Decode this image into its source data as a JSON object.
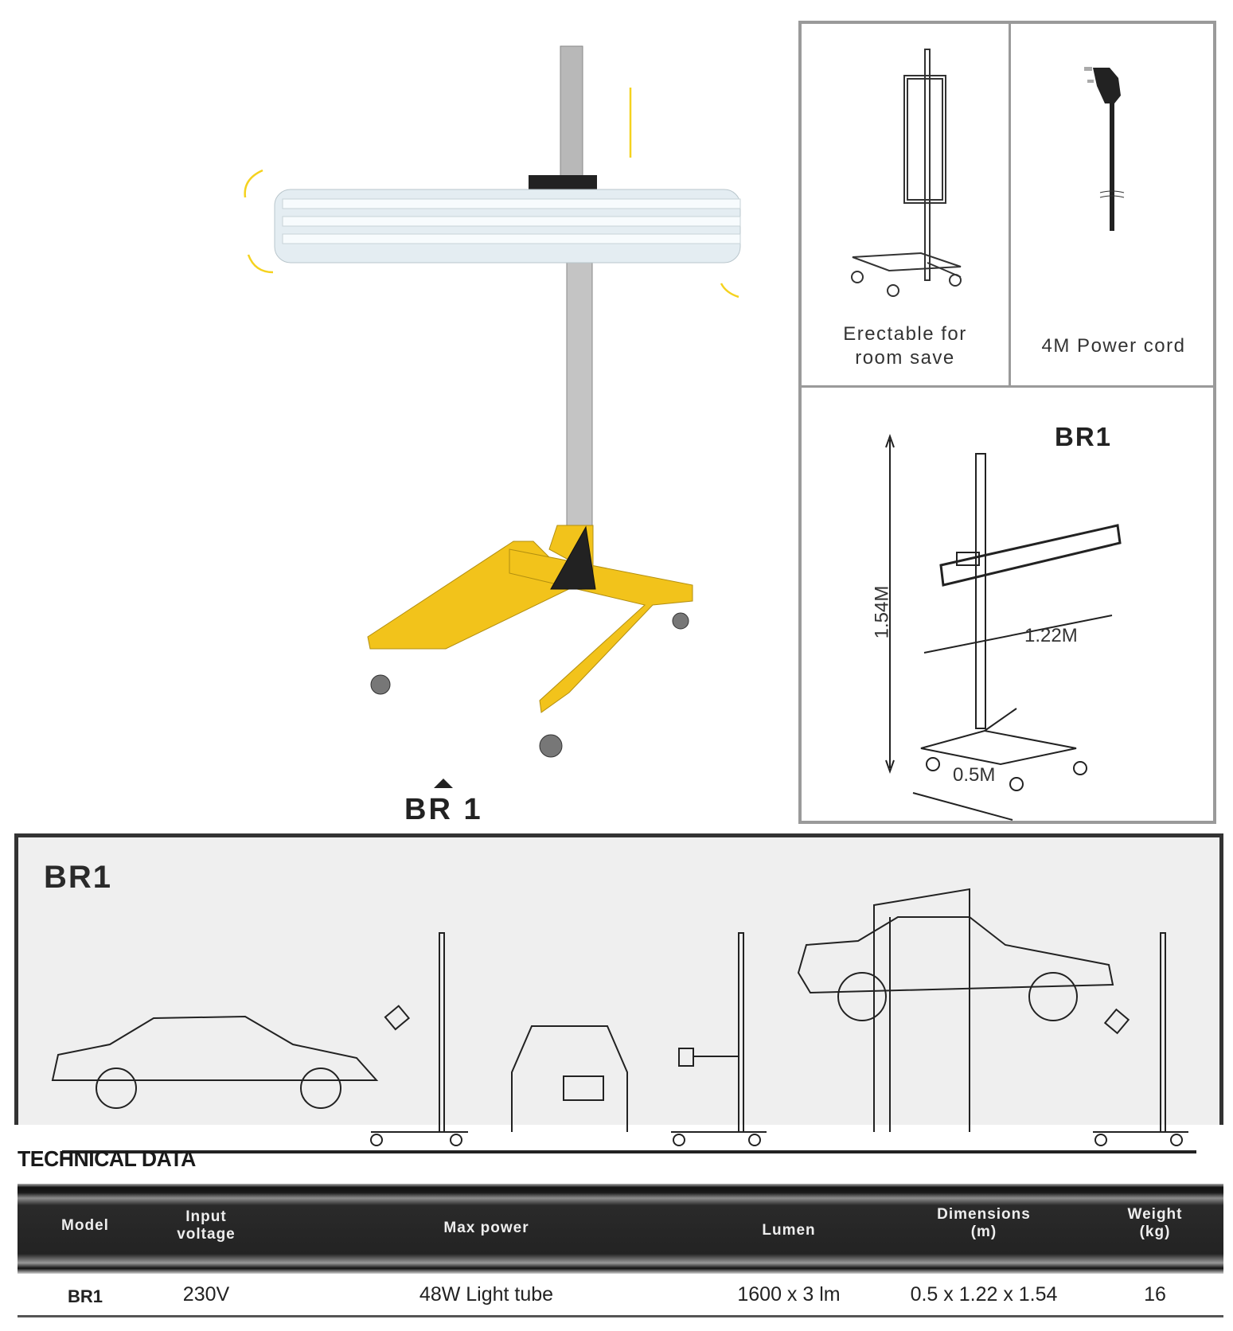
{
  "product": {
    "label": "BR 1"
  },
  "features": [
    {
      "caption_line1": "Erectable for",
      "caption_line2": "room save"
    },
    {
      "caption": "4M Power cord"
    }
  ],
  "dimensions": {
    "title": "BR1",
    "height": "1.54M",
    "length": "1.22M",
    "width": "0.5M"
  },
  "usage": {
    "title": "BR1"
  },
  "technical_data": {
    "title": "TECHNICAL DATA",
    "headers": [
      {
        "line1": "Model",
        "line2": ""
      },
      {
        "line1": "Input",
        "line2": "voltage"
      },
      {
        "line1": "Max power",
        "line2": ""
      },
      {
        "line1": "Lumen",
        "line2": ""
      },
      {
        "line1": "Dimensions",
        "line2": "(m)"
      },
      {
        "line1": "Weight",
        "line2": "(kg)"
      }
    ],
    "rows": [
      [
        "BR1",
        "230V",
        "48W Light tube",
        "1600 x 3 lm",
        "0.5 x 1.22 x 1.54",
        "16"
      ]
    ]
  },
  "colors": {
    "frame_yellow": "#f2c31b",
    "arrow_yellow": "#f5d21e",
    "border_gray": "#9a9a9a",
    "panel_bg": "#efefef"
  }
}
